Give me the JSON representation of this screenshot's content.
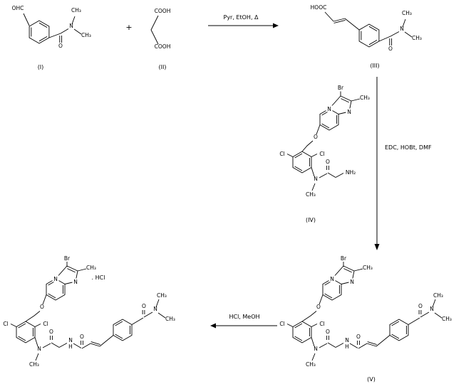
{
  "scheme": {
    "plus_sign": "+",
    "salt": ". HCl",
    "reagents": {
      "step1": "Pyr, EtOH, Δ",
      "step2": "EDC, HOBt, DMF",
      "step3": "HCl, MeOH"
    },
    "compound_labels": {
      "i": "(I)",
      "ii": "(II)",
      "iii": "(III)",
      "iv": "(IV)",
      "v": "(V)"
    },
    "atoms": {
      "ohc": "OHC",
      "cooh": "COOH",
      "hooc": "HOOC",
      "o": "O",
      "n": "N",
      "h": "H",
      "ch3": "CH₃",
      "nh2": "NH₂",
      "br": "Br",
      "cl": "Cl"
    }
  }
}
